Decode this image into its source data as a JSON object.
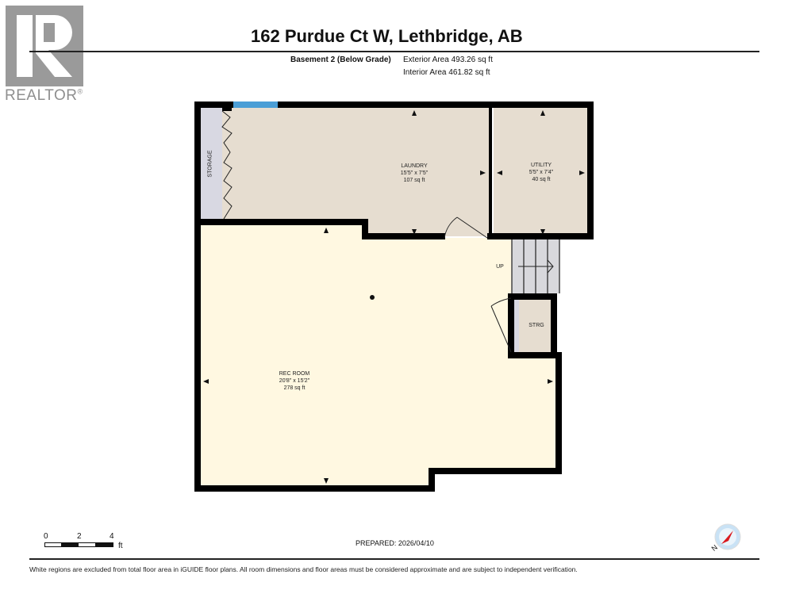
{
  "brand": {
    "logo_letter": "R",
    "logo_word": "REALTOR",
    "logo_mark": "®"
  },
  "header": {
    "title": "162 Purdue Ct W, Lethbridge, AB",
    "floor_name": "Basement 2 (Below Grade)",
    "exterior_area": "Exterior Area 493.26 sq ft",
    "interior_area": "Interior Area 461.82 sq ft"
  },
  "rooms": [
    {
      "name": "LAUNDRY",
      "dims": "15'5\" x 7'5\"",
      "area": "107 sq ft"
    },
    {
      "name": "UTILITY",
      "dims": "5'5\" x 7'4\"",
      "area": "40 sq ft"
    },
    {
      "name": "REC ROOM",
      "dims": "20'8\" x 15'2\"",
      "area": "278 sq ft"
    },
    {
      "name": "STORAGE"
    },
    {
      "name": "STRG"
    }
  ],
  "stairs": {
    "label": "UP"
  },
  "scale": {
    "ticks": [
      "0",
      "2",
      "4"
    ],
    "unit": "ft"
  },
  "compass": {
    "label": "N"
  },
  "footer": {
    "prepared": "PREPARED: 2026/04/10",
    "disclaimer": "White regions are excluded from total floor area in iGUIDE floor plans. All room dimensions and floor areas must be considered approximate and are subject to independent verification."
  },
  "colors": {
    "wall": "#000000",
    "laundry_fill": "#e6ddd0",
    "rec_fill": "#fff8e1",
    "storage_fill": "#d9d9e0",
    "stairs_fill": "#d8d8dc",
    "window": "#4a9ed6",
    "compass_red": "#d9191f",
    "compass_ring": "#c9e2f5"
  }
}
